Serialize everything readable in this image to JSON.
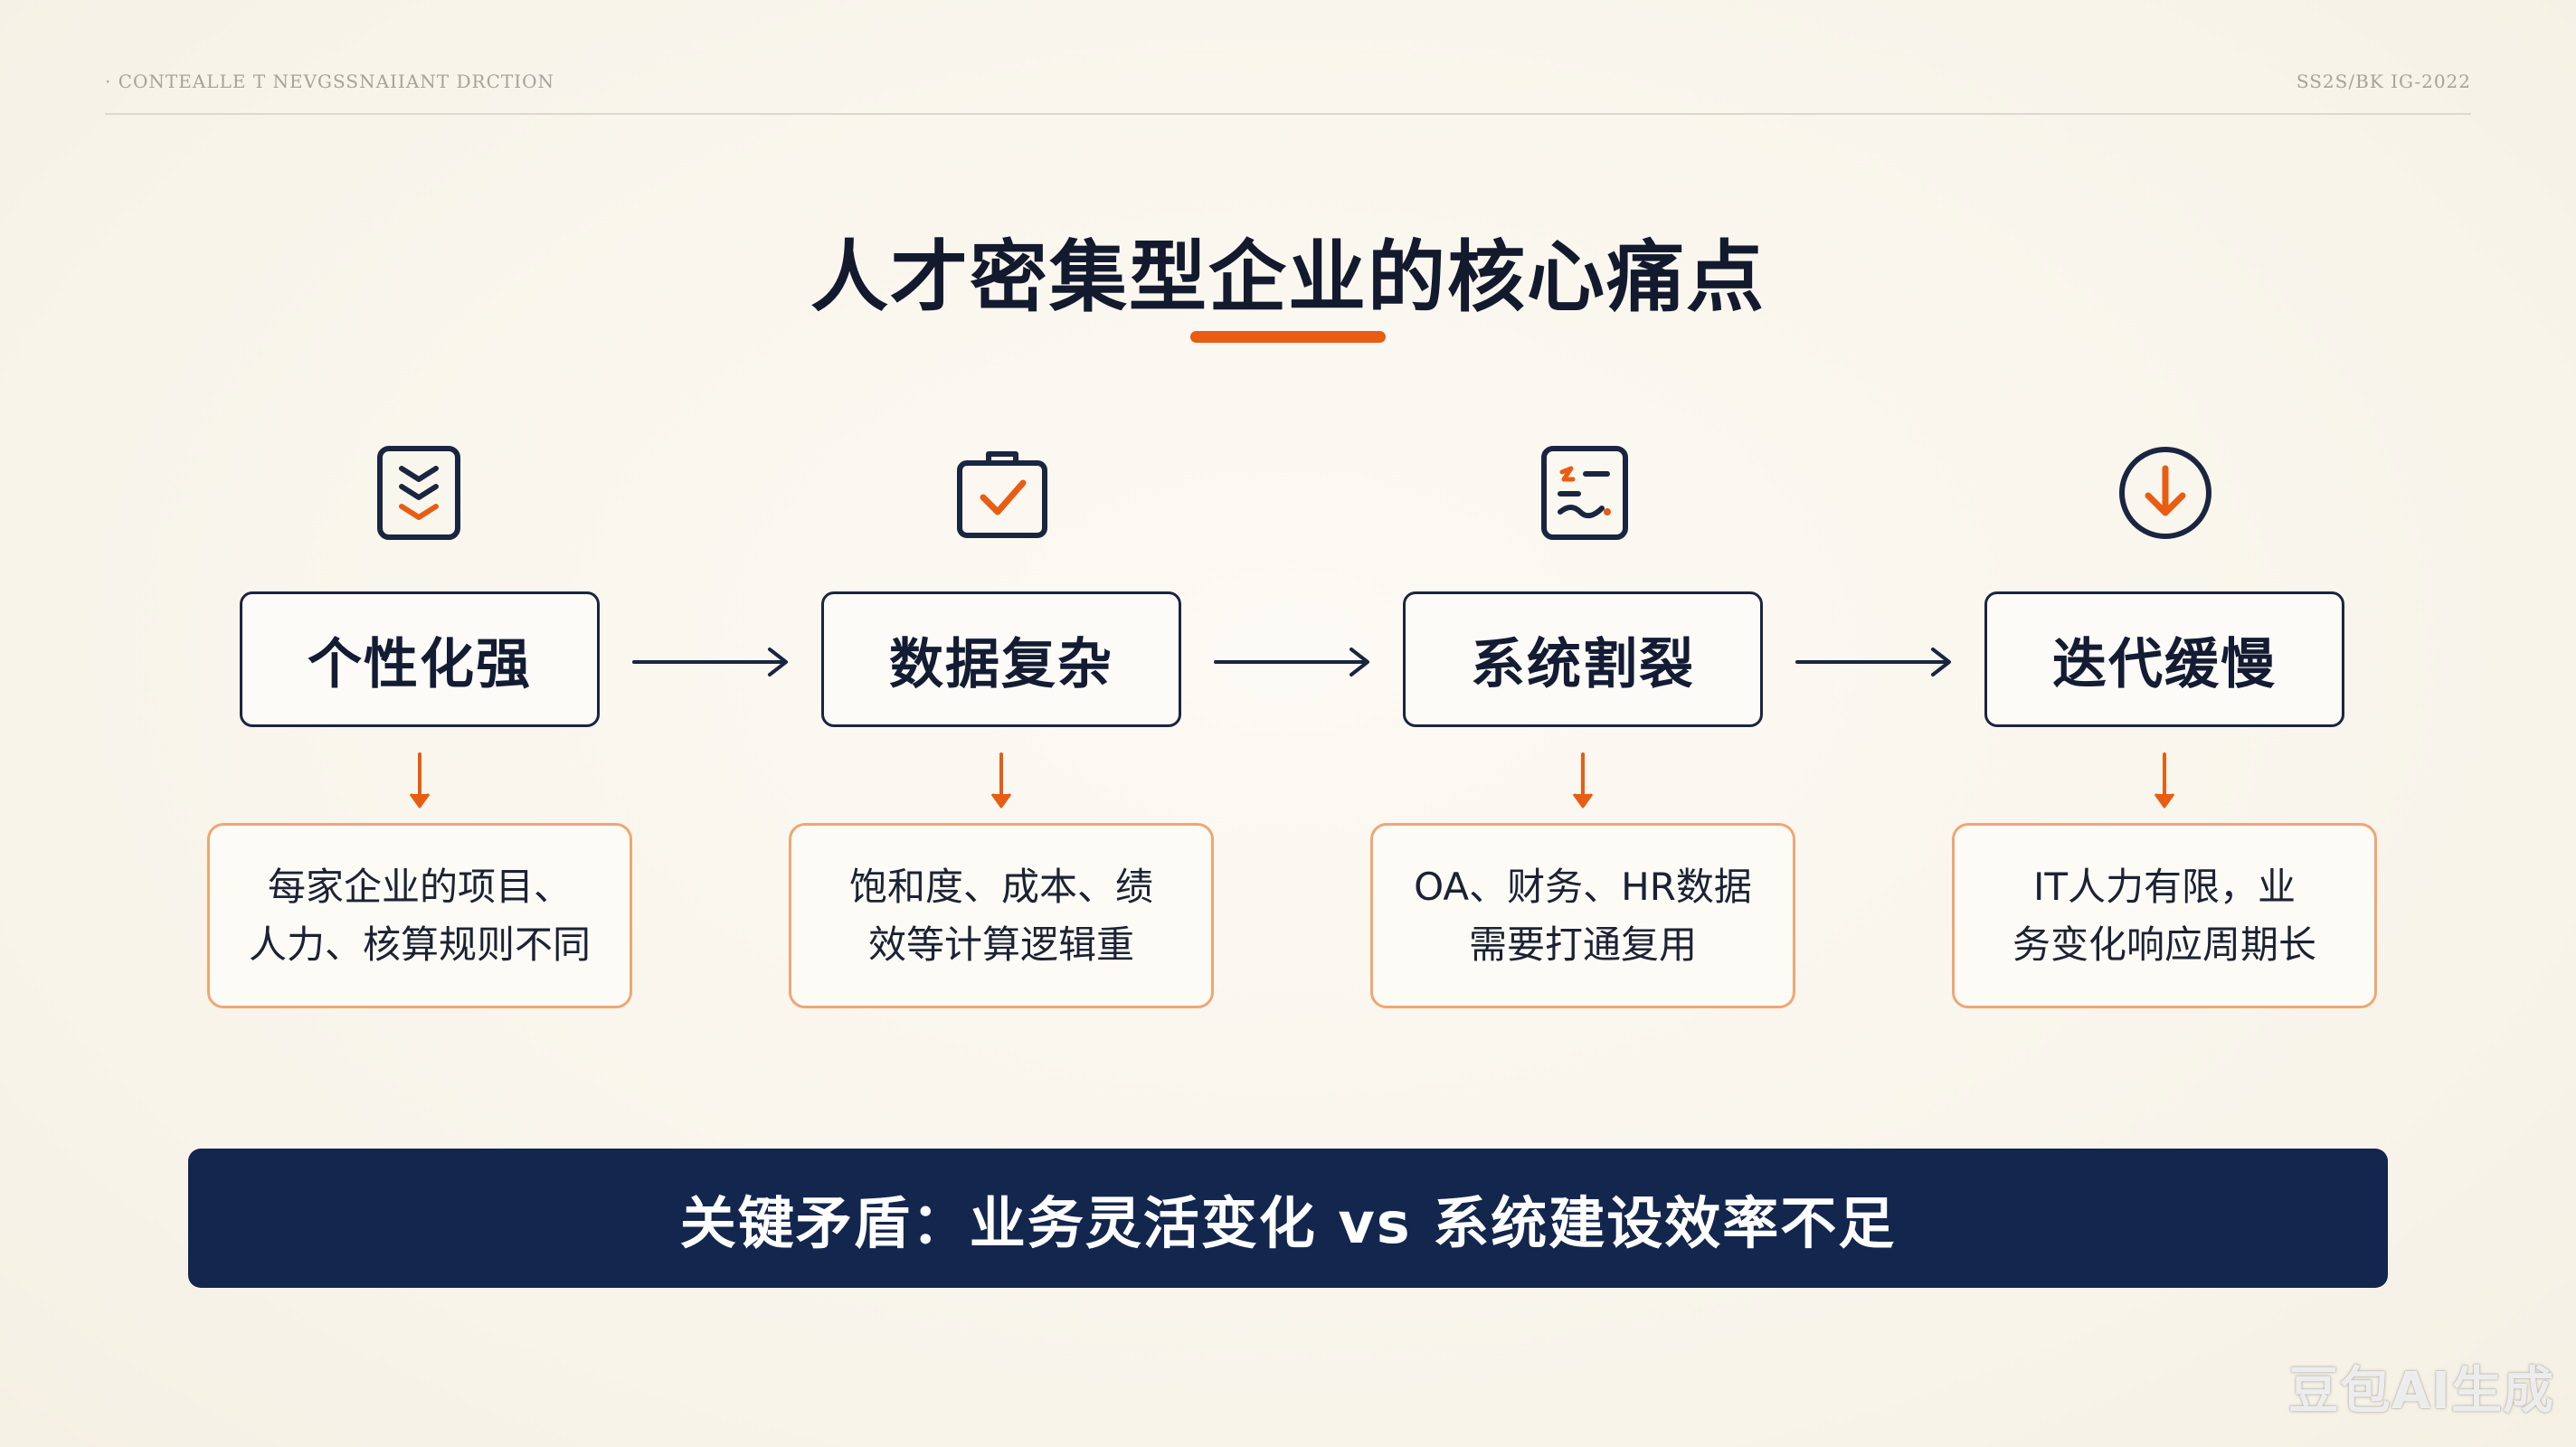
{
  "header": {
    "left_meta": "· CONTEALLE T NEVGSSNAIIANT DRCTION",
    "right_meta": "SS2S/BK IG-2022"
  },
  "title": "人才密集型企业的核心痛点",
  "stages": [
    {
      "label": "个性化强",
      "icon": "double-chevron-down-list-icon",
      "desc_line1": "每家企业的项目、",
      "desc_line2": "人力、核算规则不同"
    },
    {
      "label": "数据复杂",
      "icon": "briefcase-check-icon",
      "desc_line1": "饱和度、成本、绩",
      "desc_line2": "效等计算逻辑重"
    },
    {
      "label": "系统割裂",
      "icon": "fragmented-document-icon",
      "desc_line1": "OA、财务、HR数据",
      "desc_line2": "需要打通复用"
    },
    {
      "label": "迭代缓慢",
      "icon": "circle-arrow-down-icon",
      "desc_line1": "IT人力有限，业",
      "desc_line2": "务变化响应周期长"
    }
  ],
  "banner": "关键矛盾：业务灵活变化 vs 系统建设效率不足",
  "watermark": "豆包AI生成",
  "colors": {
    "accent": "#e85d13",
    "navy": "#13264e",
    "ink": "#141c33",
    "desc_border": "#f0a673",
    "background": "#f9f6ee"
  }
}
